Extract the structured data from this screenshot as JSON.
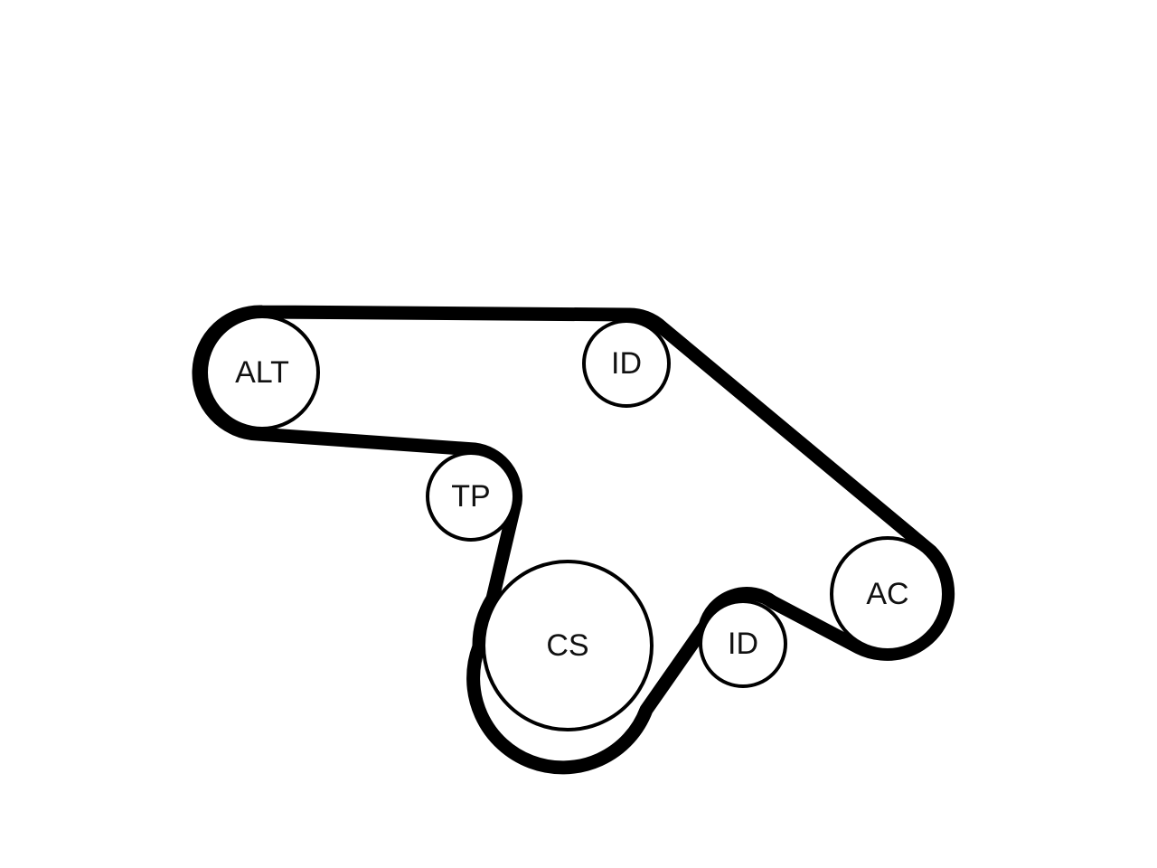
{
  "diagram": {
    "colors": {
      "belt": "#000000",
      "pulley_stroke": "#000000",
      "pulley_fill": "#ffffff",
      "label": "#111111"
    },
    "pulleys": [
      {
        "id": "alt",
        "label": "ALT"
      },
      {
        "id": "id-top",
        "label": "ID"
      },
      {
        "id": "tp",
        "label": "TP"
      },
      {
        "id": "cs",
        "label": "CS"
      },
      {
        "id": "id-bottom",
        "label": "ID"
      },
      {
        "id": "ac",
        "label": "AC"
      }
    ]
  }
}
